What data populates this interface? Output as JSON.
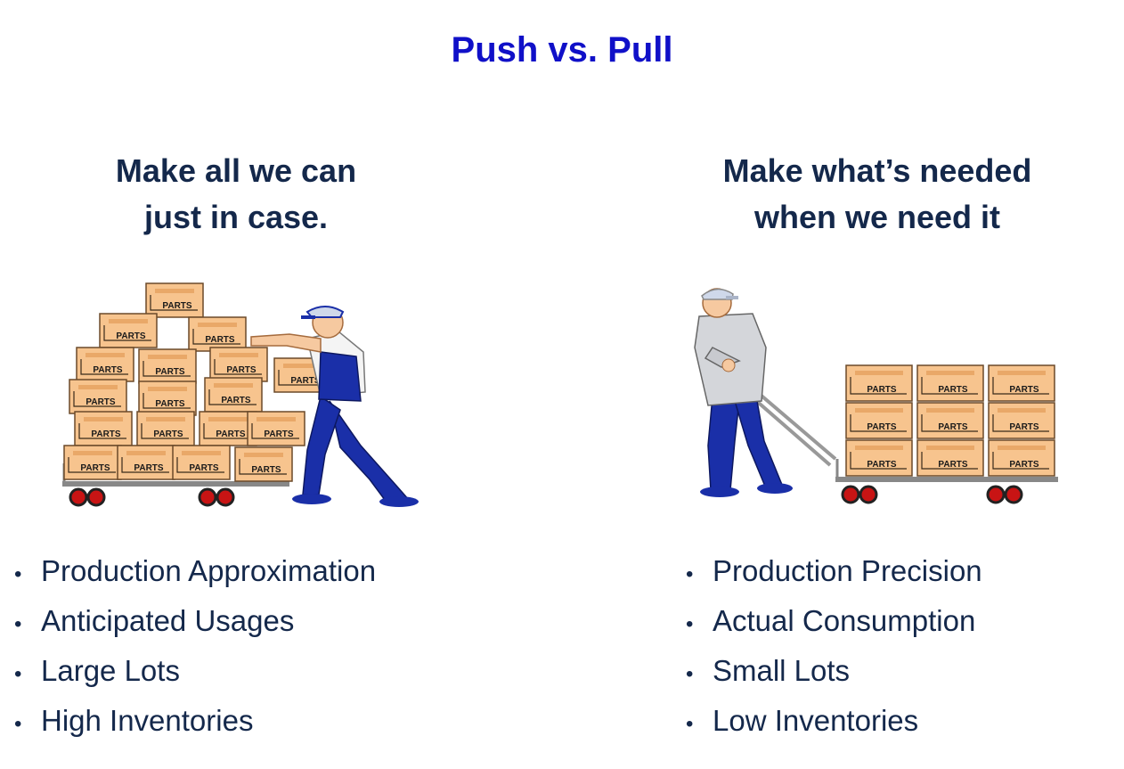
{
  "title": "Push vs. Pull",
  "push": {
    "heading_line1": "Make all we can",
    "heading_line2": "just in case.",
    "box_label": "PARTS",
    "bullets": [
      "Production Approximation",
      "Anticipated Usages",
      "Large Lots",
      "High Inventories"
    ]
  },
  "pull": {
    "heading_line1": "Make what’s needed",
    "heading_line2": "when we need it",
    "box_label": "PARTS",
    "bullets": [
      "Production Precision",
      "Actual Consumption",
      "Small Lots",
      "Low Inventories"
    ]
  },
  "colors": {
    "title": "#1010c8",
    "text": "#14284b",
    "box": "#f7c48e",
    "overalls": "#1a2fa8",
    "wheel": "#c81414"
  }
}
